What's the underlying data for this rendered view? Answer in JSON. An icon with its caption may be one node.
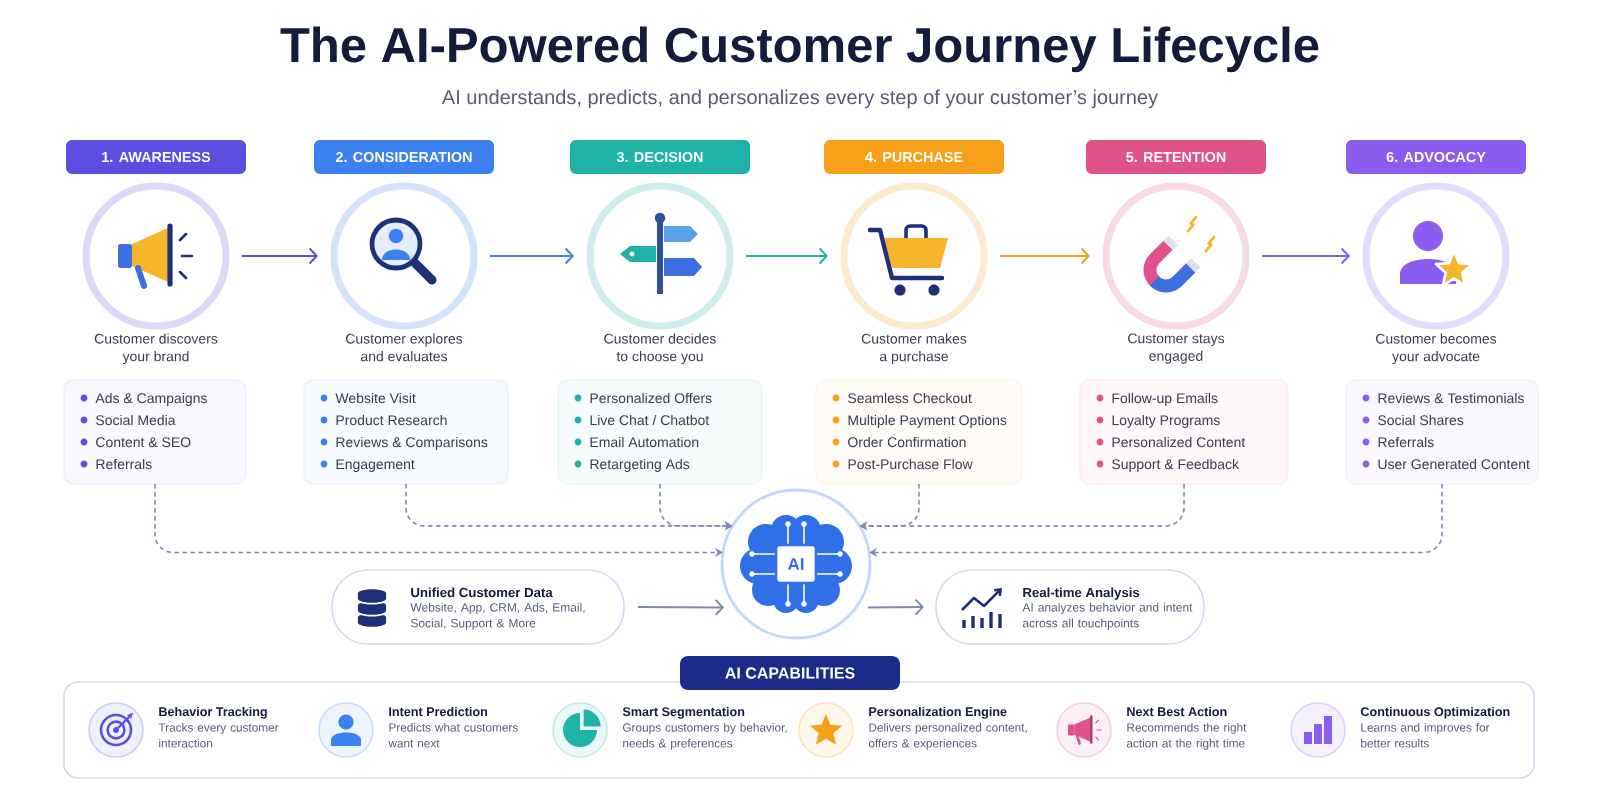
{
  "diagram": {
    "title": "The AI-Powered Customer Journey Lifecycle",
    "nodes": [
      {
        "text": [
          "1. AWARENESS"
        ]
      },
      {
        "text": [],
        "shape": "circle",
        "beside": [
          "Customer discovers your brand"
        ]
      },
      {
        "text": [
          "Ads & Campaigns",
          "Social Media",
          "Content & SEO",
          "Referrals"
        ]
      },
      {
        "text": [
          "2. CONSIDERATION"
        ]
      },
      {
        "text": [],
        "shape": "circle",
        "beside": [
          "Customer explores and evaluates"
        ]
      },
      {
        "text": [
          "Website Visit",
          "Product Research",
          "Reviews & Comparisons",
          "Engagement"
        ]
      },
      {
        "text": [
          "3. DECISION"
        ]
      },
      {
        "text": [],
        "shape": "circle",
        "beside": [
          "Customer decides to choose you"
        ]
      },
      {
        "text": [
          "Personalized Offers",
          "Live Chat / Chatbot",
          "Email Automation",
          "Retargeting Ads"
        ]
      },
      {
        "text": [
          "4. PURCHASE"
        ]
      },
      {
        "text": [],
        "shape": "circle",
        "beside": [
          "Customer makes a purchase"
        ]
      },
      {
        "text": [
          "Seamless Checkout",
          "Multiple Payment Options",
          "Order Confirmation",
          "Post-Purchase Flow"
        ]
      },
      {
        "text": [
          "5. RETENTION"
        ]
      },
      {
        "text": [],
        "shape": "circle",
        "beside": [
          "Customer stays engaged"
        ]
      },
      {
        "text": [
          "Follow-up Emails",
          "Loyalty Programs",
          "Personalized Content",
          "Support & Feedback"
        ]
      },
      {
        "text": [
          "6. ADVOCACY"
        ]
      },
      {
        "text": [],
        "shape": "circle",
        "beside": [
          "Customer becomes your advocate"
        ]
      },
      {
        "text": [
          "Reviews & Testimonials",
          "Social Shares",
          "Referrals",
          "User Generated Content"
        ]
      },
      {
        "text": [
          "Unified Customer Data",
          "Website, App, CRM, Ads, Email, Social, Support & More"
        ]
      },
      {
        "text": [
          "AI"
        ]
      },
      {
        "text": [
          "Real-time Analysis",
          "AI analyzes behavior and intent across all touchpoints"
        ]
      },
      {
        "text": [
          "AI CAPABILITIES"
        ]
      },
      {
        "text": [
          "Behavior Tracking",
          "Tracks every customer interaction",
          "Intent Prediction",
          "Predicts what customers want next",
          "Smart Segmentation",
          "Groups customers by behavior, needs & preferences",
          "Personalization Engine",
          "Delivers personalized content, offers & experiences",
          "Next Best Action",
          "Recommends the right action at the right time",
          "Continuous Optimization",
          "Learns and improves for better results"
        ]
      }
    ],
    "edges": [
      {
        "from": 1,
        "to": 4,
        "arrow": "to",
        "color": "#5a4fe0"
      },
      {
        "from": 4,
        "to": 7,
        "arrow": "to",
        "color": "#3b82f0"
      },
      {
        "from": 7,
        "to": 10,
        "arrow": "to",
        "color": "#1fb3a8"
      },
      {
        "from": 10,
        "to": 13,
        "arrow": "to",
        "color": "#f6a01a"
      },
      {
        "from": 13,
        "to": 16,
        "arrow": "to",
        "color": "#8a5cf0"
      },
      {
        "from": 2,
        "to": 19,
        "arrow": "to",
        "style": "dashed"
      },
      {
        "from": 5,
        "to": 19,
        "arrow": "to",
        "style": "dashed"
      },
      {
        "from": 8,
        "to": 19,
        "arrow": "to",
        "style": "dashed"
      },
      {
        "from": 11,
        "to": 19,
        "arrow": "to",
        "style": "dashed"
      },
      {
        "from": 14,
        "to": 19,
        "arrow": "to",
        "style": "dashed"
      },
      {
        "from": 17,
        "to": 19,
        "arrow": "to",
        "style": "dashed"
      },
      {
        "from": 18,
        "to": 19,
        "arrow": "to"
      },
      {
        "from": 19,
        "to": 20,
        "arrow": "to"
      }
    ],
    "labels": [
      "AI understands, predicts, and personalizes every step of your customer’s journey"
    ]
  }
}
